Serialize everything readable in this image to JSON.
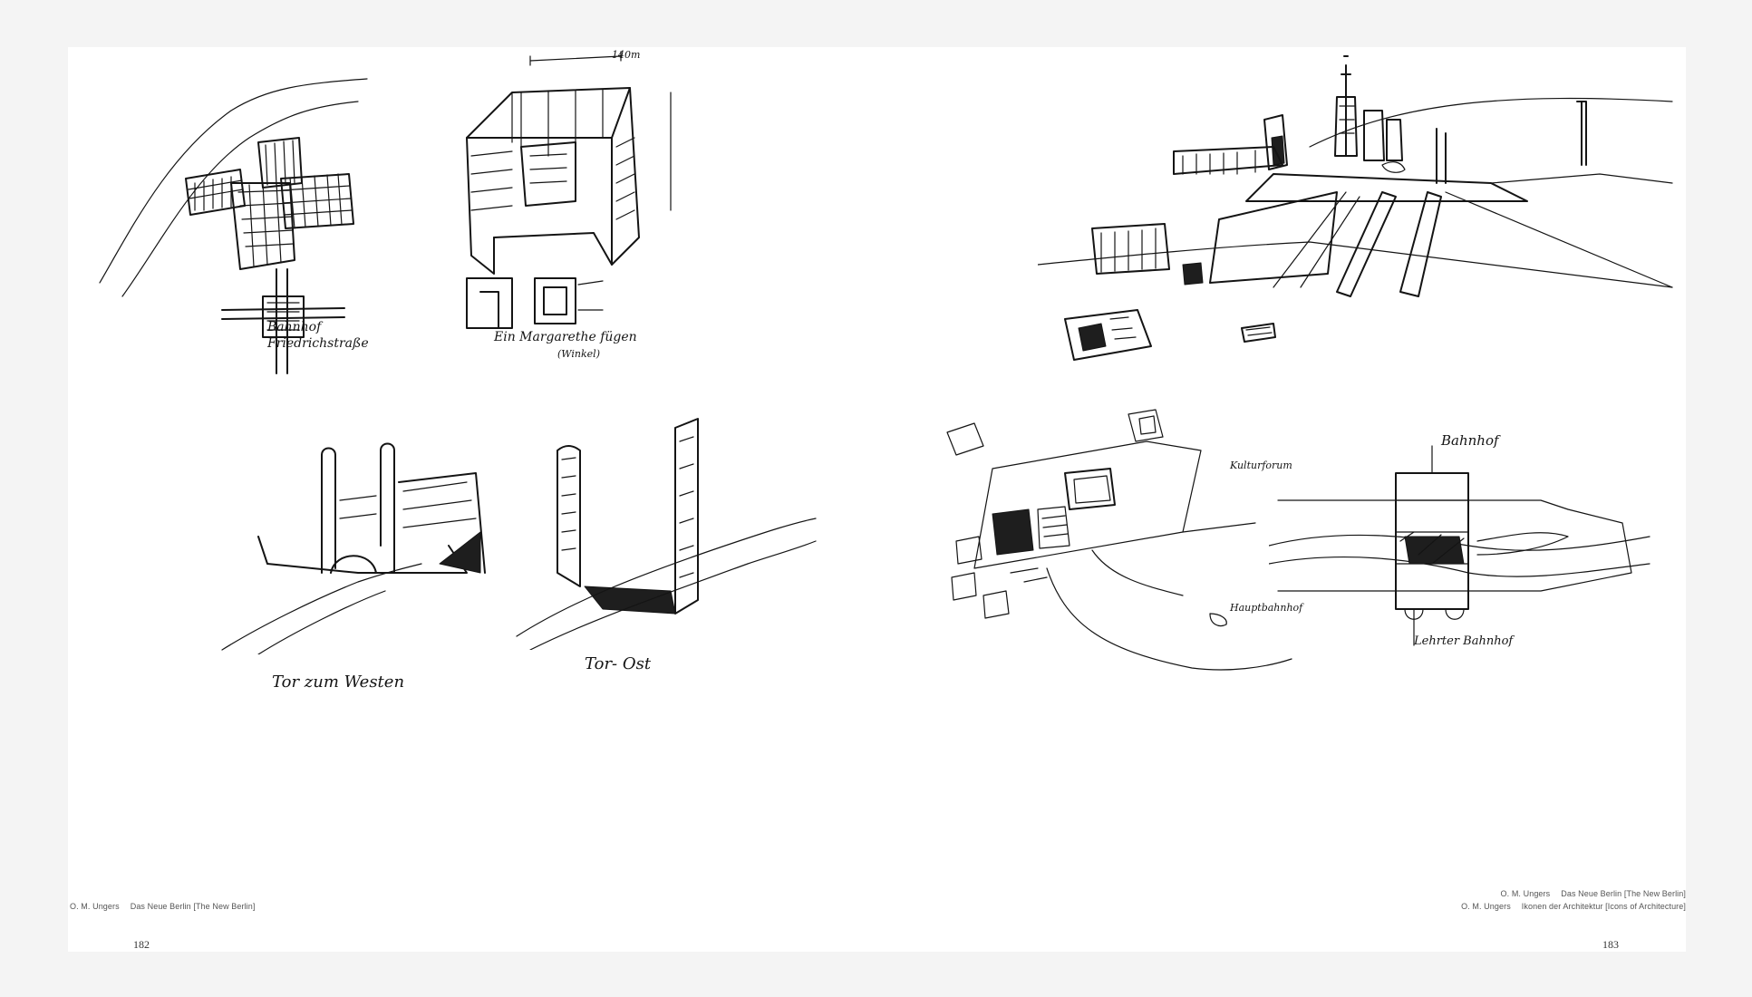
{
  "left_page": {
    "captions": [
      {
        "author": "O. M. Ungers",
        "title": "Das Neue Berlin [The New Berlin]"
      }
    ],
    "page_number": "182",
    "sketch_notes": {
      "cross_station": "Bahnhof Friedrichstraße",
      "cube_note": "Ein Margarethe fügen",
      "cube_note2": "(Winkel)",
      "cube_dim": "140m",
      "gate_one": "Tor zum Westen",
      "gate_two": "Tor- Ost"
    }
  },
  "right_page": {
    "captions": [
      {
        "author": "O. M. Ungers",
        "title": "Das Neue Berlin [The New Berlin]"
      },
      {
        "author": "O. M. Ungers",
        "title": "Ikonen der Architektur [Icons of Architecture]"
      }
    ],
    "page_number": "183",
    "sketch_notes": {
      "plan_note": "Kulturforum",
      "plan_note2": "Hauptbahnhof",
      "station_label": "Bahnhof",
      "station_bottom": "Lehrter Bahnhof"
    }
  }
}
